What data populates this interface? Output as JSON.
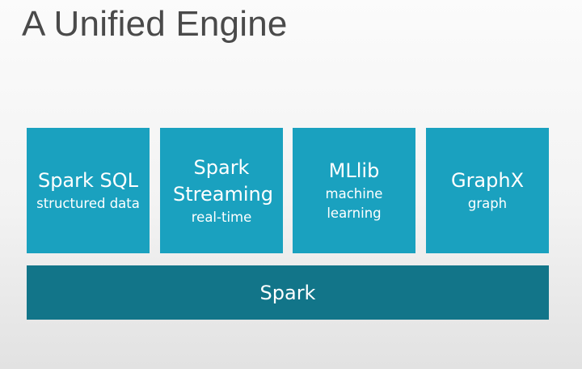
{
  "title": "A Unified Engine",
  "modules": [
    {
      "name": "Spark SQL",
      "subtitle": "structured data"
    },
    {
      "name": "Spark Streaming",
      "subtitle": "real-time"
    },
    {
      "name": "MLlib",
      "subtitle": "machine learning"
    },
    {
      "name": "GraphX",
      "subtitle": "graph"
    }
  ],
  "core": {
    "label": "Spark"
  },
  "colors": {
    "module_fill": "#1aa1bf",
    "core_fill": "#127589",
    "title_text": "#4a4a4a",
    "box_text": "#ffffff"
  }
}
